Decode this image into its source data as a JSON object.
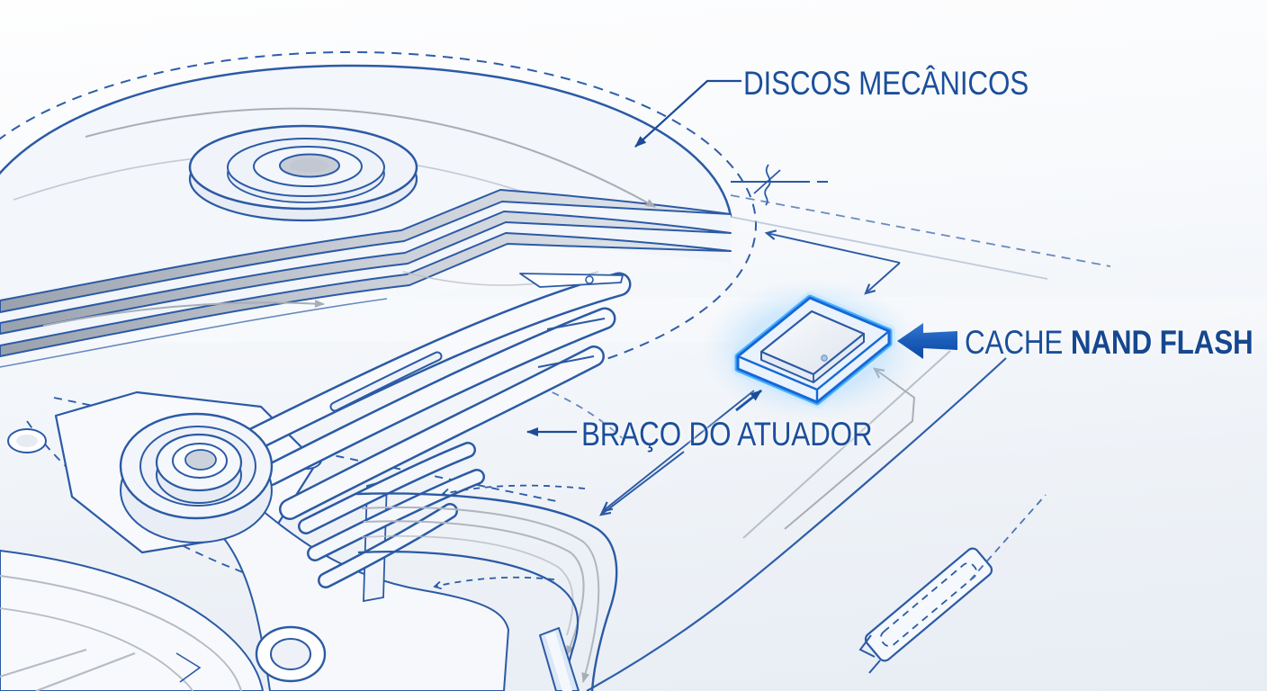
{
  "diagram": {
    "labels": {
      "discs": "DISCOS MECÂNICOS",
      "actuator": "BRAÇO DO ATUADOR",
      "cache_regular": "CACHE",
      "cache_bold": "NAND FLASH"
    },
    "colors": {
      "line_blue": "#2b5aa5",
      "label_text": "#1b4f9b",
      "solid_arrow_blue": "#1257ae",
      "chip_glow_cyan": "#49b0ff",
      "shading_gray": "#a9aeb6",
      "background_top": "#fefefe",
      "background_bottom": "#e8edf4"
    },
    "icons": {
      "cache_pointer": "solid-left-arrow-icon",
      "disc_rotation": "curved-rotation-arrow-icon",
      "label_leaders": "thin-line-arrow-icon",
      "flow_arrows": "open-chevron-arrow-icon"
    }
  }
}
